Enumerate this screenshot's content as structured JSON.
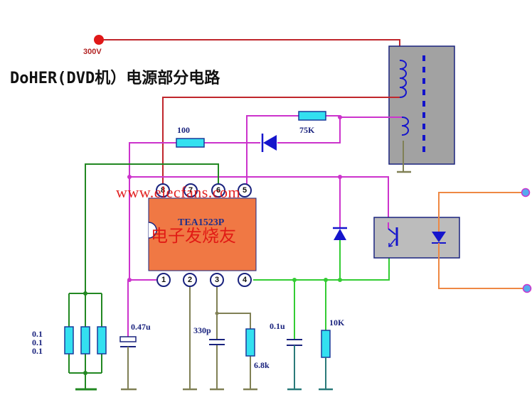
{
  "title": "DoHER(DVD机）电源部分电路",
  "watermark": {
    "url": "www.elecfans.com",
    "cn": "电子发烧友"
  },
  "source": {
    "label": "300V"
  },
  "ic": {
    "name": "TEA1523P",
    "pins": [
      "1",
      "2",
      "3",
      "4",
      "5",
      "6",
      "7",
      "8"
    ]
  },
  "components": {
    "r_100": "100",
    "r_75k": "75K",
    "c_047u": "0.47u",
    "c_330p": "330p",
    "r_6k8": "6.8k",
    "c_01u": "0.1u",
    "r_10k": "10K",
    "r_sense": [
      "0.1",
      "0.1",
      "0.1"
    ]
  },
  "colors": {
    "red_wire": "#c0262c",
    "magenta_wire": "#cc33cc",
    "green_wire": "#228822",
    "lime_wire": "#33cc33",
    "olive_wire": "#808055",
    "teal_wire": "#2a7a7a",
    "orange_wire": "#ee8844",
    "ic_body": "#f07844",
    "component_fill": "#33e0f0",
    "component_border": "#1a3a9a",
    "box_gray": "#a0a0a0",
    "symbol_blue": "#1010cc"
  }
}
